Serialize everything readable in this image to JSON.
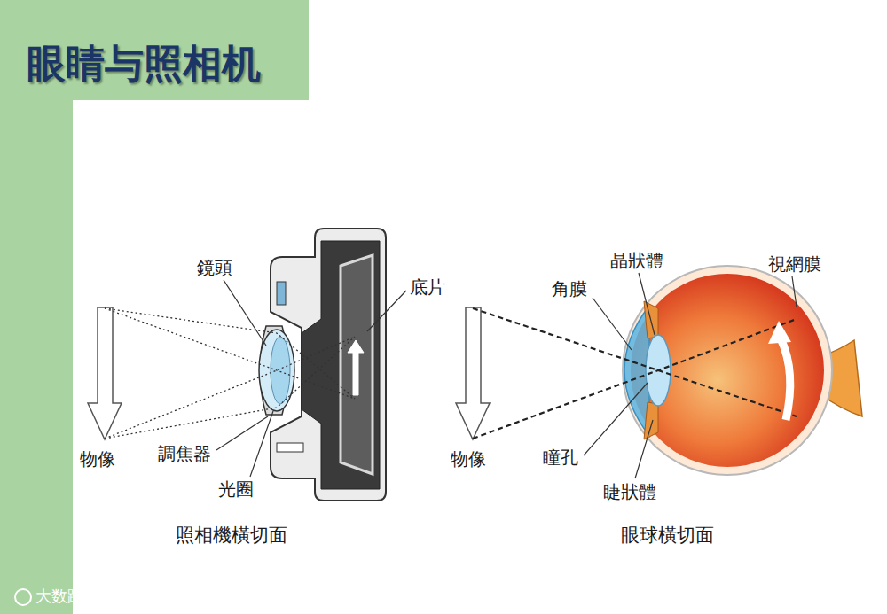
{
  "diagram": {
    "title": "眼睛与照相机",
    "labels": [
      "鏡頭",
      "底片",
      "物像",
      "調焦器",
      "光圈",
      "照相機橫切面",
      "晶狀體",
      "視網膜",
      "角膜",
      "物像",
      "瞳孔",
      "睫狀體",
      "眼球橫切面",
      "大数跨境"
    ]
  }
}
